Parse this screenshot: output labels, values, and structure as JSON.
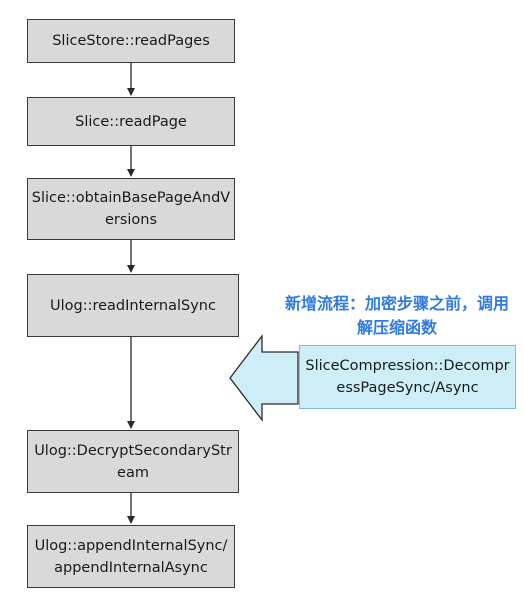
{
  "flow": {
    "steps": [
      "SliceStore::readPages",
      "Slice::readPage",
      "Slice::obtainBasePageAndV\nersions",
      "Ulog::readInternalSync",
      "Ulog::DecryptSecondaryStr\neam",
      "Ulog::appendInternalSync/\nappendInternalAsync"
    ],
    "side_step": "SliceCompression::Decompr\nessPageSync/Async",
    "note": "新增流程：加密步骤之前，调用\n解压缩函数"
  },
  "colors": {
    "step_fill": "#d9d9d9",
    "step_border": "#3a3a3a",
    "side_fill": "#cdeef7",
    "side_border": "#7fbfd6",
    "note_text": "#2f7be0"
  }
}
